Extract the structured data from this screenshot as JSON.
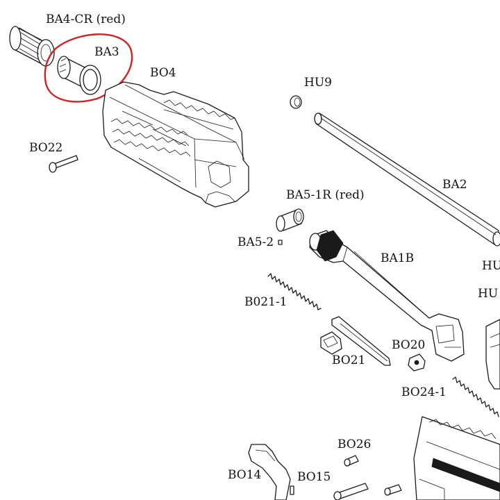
{
  "parts": {
    "BA4-CR": "BA4-CR (red)",
    "BA3": "BA3",
    "BO4": "BO4",
    "HU9": "HU9",
    "BO22": "BO22",
    "BA2": "BA2",
    "BA5-1R": "BA5-1R (red)",
    "BA5-2": "BA5-2",
    "BA1B": "BA1B",
    "HU_right": "HU",
    "HU_right2": "HU",
    "BO21-1": "B021-1",
    "BO20": "BO20",
    "BO21": "BO21",
    "BO24-1": "BO24-1",
    "BO26": "BO26",
    "BO14": "BO14",
    "BO15": "BO15"
  },
  "colors": {
    "highlight": "#d42020",
    "line": "#1a1a1a"
  }
}
